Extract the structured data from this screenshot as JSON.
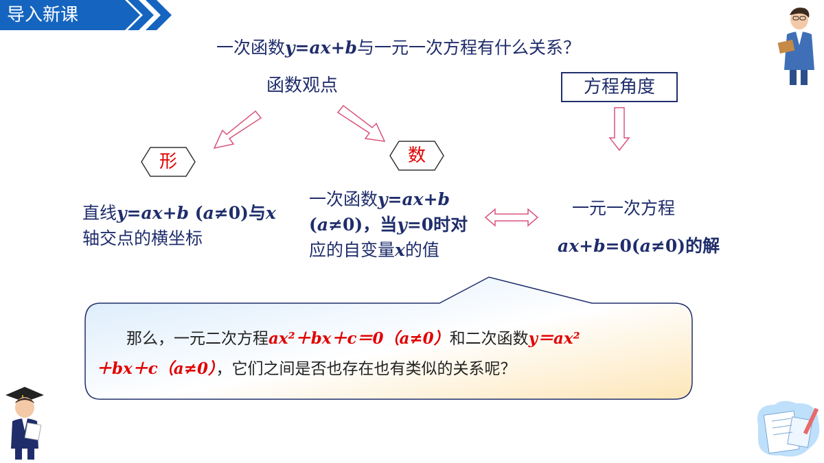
{
  "header": {
    "title": "导入新课"
  },
  "question": {
    "prefix": "一次函数",
    "formula": "y=ax+b",
    "suffix": "与一元一次方程有什么关系？"
  },
  "function_view": "函数观点",
  "equation_view": "方程角度",
  "shape_label": "形",
  "number_label": "数",
  "shape_desc": {
    "line1_a": "直线",
    "line1_formula": "y=ax+b",
    "line1_b": " (",
    "line1_a_var": "a",
    "line1_c": "≠0)与",
    "line1_x": "x",
    "line2": "轴交点的横坐标"
  },
  "number_desc": {
    "line1_a": "一次函数",
    "line1_formula": "y=ax+b",
    "line2_a": "(",
    "line2_var": "a",
    "line2_b": "≠0)，当",
    "line2_y": "y",
    "line2_c": "=0时对",
    "line3_a": "应的自变量",
    "line3_x": "x",
    "line3_b": "的值"
  },
  "equation_desc": {
    "line1": "一元一次方程",
    "line2_a": "ax",
    "line2_b": "+",
    "line2_c": "b",
    "line2_d": "=0(",
    "line2_e": "a",
    "line2_f": "≠0)的解"
  },
  "bubble": {
    "line1_a": "那么，一元二次方程",
    "line1_eq": "ax²＋bx＋c＝0（a≠0）",
    "line1_b": "和二次函数",
    "line1_fn": "y＝ax²",
    "line2_fn": "＋bx＋c（a≠0）",
    "line2_b": "，它们之间是否也存在也有类似的关系呢？"
  }
}
